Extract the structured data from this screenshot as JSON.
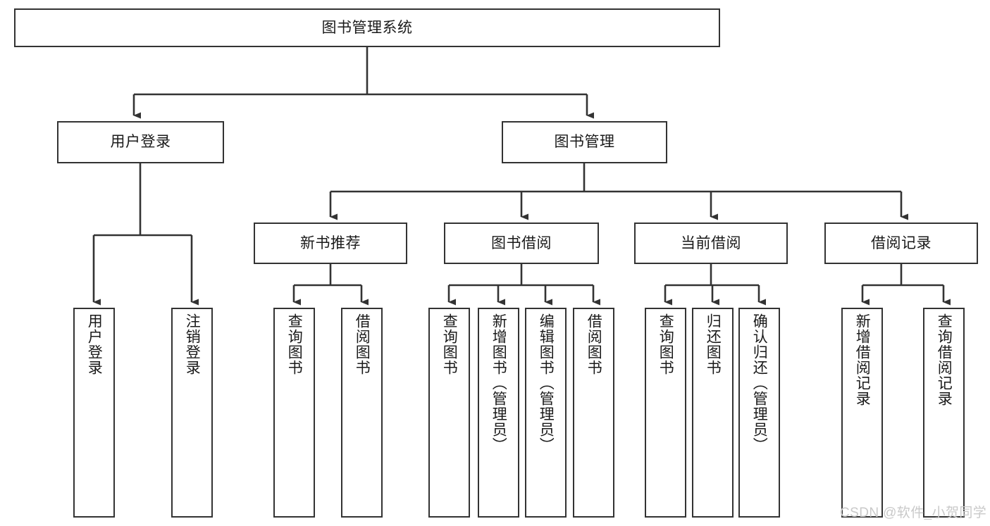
{
  "diagram": {
    "title": "图书管理系统",
    "type": "tree",
    "orientation": "top-down",
    "colors": {
      "box_border": "#333333",
      "box_fill": "#ffffff",
      "edge": "#333333",
      "background": "#ffffff",
      "watermark": "#c9c9c9"
    },
    "watermark": "CSDN @软件_小贺同学"
  },
  "nodes": {
    "root": {
      "label": "图书管理系统",
      "level": 0
    },
    "user_login": {
      "label": "用户登录",
      "level": 1
    },
    "book_manage": {
      "label": "图书管理",
      "level": 1
    },
    "new_book_rec": {
      "label": "新书推荐",
      "level": 2
    },
    "book_borrow": {
      "label": "图书借阅",
      "level": 2
    },
    "current_borrow": {
      "label": "当前借阅",
      "level": 2
    },
    "borrow_record": {
      "label": "借阅记录",
      "level": 2
    },
    "leaf_user_login": {
      "label": "用户登录",
      "level": 2,
      "parent": "用户登录"
    },
    "leaf_logout": {
      "label": "注销登录",
      "level": 2,
      "parent": "用户登录"
    },
    "leaf_query_book_1": {
      "label": "查询图书",
      "level": 3,
      "parent": "新书推荐"
    },
    "leaf_borrow_book_1": {
      "label": "借阅图书",
      "level": 3,
      "parent": "新书推荐"
    },
    "leaf_query_book_2": {
      "label": "查询图书",
      "level": 3,
      "parent": "图书借阅"
    },
    "leaf_add_book": {
      "label": "新增图书（管理员）",
      "level": 3,
      "parent": "图书借阅"
    },
    "leaf_edit_book": {
      "label": "编辑图书（管理员）",
      "level": 3,
      "parent": "图书借阅"
    },
    "leaf_borrow_book_2": {
      "label": "借阅图书",
      "level": 3,
      "parent": "图书借阅"
    },
    "leaf_query_book_3": {
      "label": "查询图书",
      "level": 3,
      "parent": "当前借阅"
    },
    "leaf_return_book": {
      "label": "归还图书",
      "level": 3,
      "parent": "当前借阅"
    },
    "leaf_confirm_return": {
      "label": "确认归还（管理员）",
      "level": 3,
      "parent": "当前借阅"
    },
    "leaf_add_record": {
      "label": "新增借阅记录",
      "level": 3,
      "parent": "借阅记录"
    },
    "leaf_query_record": {
      "label": "查询借阅记录",
      "level": 3,
      "parent": "借阅记录"
    }
  }
}
